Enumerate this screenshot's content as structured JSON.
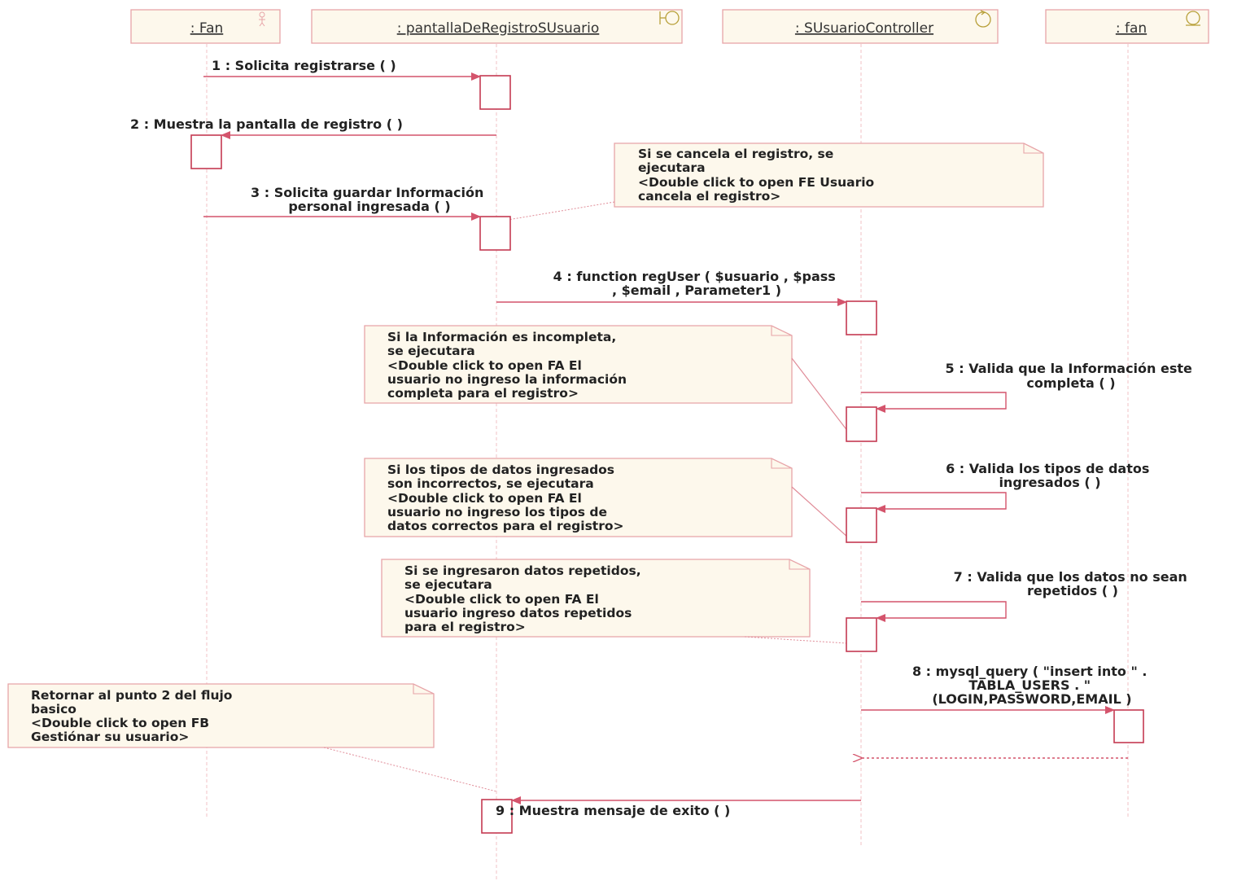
{
  "participants": [
    {
      "id": "fan_actor",
      "label": ": Fan",
      "kind": "actor"
    },
    {
      "id": "pantalla",
      "label": ": pantallaDeRegistroSUsuario",
      "kind": "boundary"
    },
    {
      "id": "controller",
      "label": ": SUsuarioController",
      "kind": "control"
    },
    {
      "id": "fan_entity",
      "label": ": fan",
      "kind": "entity"
    }
  ],
  "messages": [
    {
      "num": "1",
      "lines": [
        "1 : Solicita registrarse (  )"
      ]
    },
    {
      "num": "2",
      "lines": [
        "2 : Muestra la pantalla de registro (  )"
      ]
    },
    {
      "num": "3",
      "lines": [
        "3 : Solicita guardar Información",
        "personal ingresada (  )"
      ]
    },
    {
      "num": "4",
      "lines": [
        "4 : function regUser ( $usuario , $pass",
        ", $email , Parameter1 )"
      ]
    },
    {
      "num": "5",
      "lines": [
        "5 : Valida que la Información este",
        "completa (  )"
      ]
    },
    {
      "num": "6",
      "lines": [
        "6 : Valida los tipos de datos",
        "ingresados (  )"
      ]
    },
    {
      "num": "7",
      "lines": [
        "7 : Valida que los datos no sean",
        "repetidos (  )"
      ]
    },
    {
      "num": "8",
      "lines": [
        "8 : mysql_query ( \"insert into \" .",
        "TABLA_USERS . \"",
        "(LOGIN,PASSWORD,EMAIL )"
      ]
    },
    {
      "num": "9",
      "lines": [
        "9 : Muestra mensaje de exito (  )"
      ]
    }
  ],
  "notes": [
    {
      "id": "note_cancel",
      "lines": [
        "Si se cancela el registro, se",
        "ejecutara",
        "<Double click to open FE Usuario",
        "cancela el registro>"
      ]
    },
    {
      "id": "note_incompleta",
      "lines": [
        "Si  la Información es incompleta,",
        "se ejecutara",
        "<Double click to open FA El",
        "usuario no ingreso la información",
        "completa  para el registro>"
      ]
    },
    {
      "id": "note_tipos",
      "lines": [
        "Si  los tipos de datos ingresados",
        "son incorrectos, se ejecutara",
        "<Double click to open FA El",
        "usuario no ingreso los tipos de",
        "datos correctos para el registro>"
      ]
    },
    {
      "id": "note_repetidos",
      "lines": [
        "Si se ingresaron datos repetidos,",
        "se ejecutara",
        "<Double click to open FA El",
        "usuario ingreso datos repetidos",
        "para el registro>"
      ]
    },
    {
      "id": "note_retornar",
      "lines": [
        "Retornar al punto 2 del flujo",
        "basico",
        "<Double click to open FB",
        "Gestiónar su usuario>"
      ]
    }
  ],
  "colors": {
    "box_fill": "#fdf8ec",
    "box_stroke": "#e7a4a8",
    "arrow": "#d4546c",
    "activation": "#c43a52",
    "lifeline": "#f2c2c6"
  }
}
